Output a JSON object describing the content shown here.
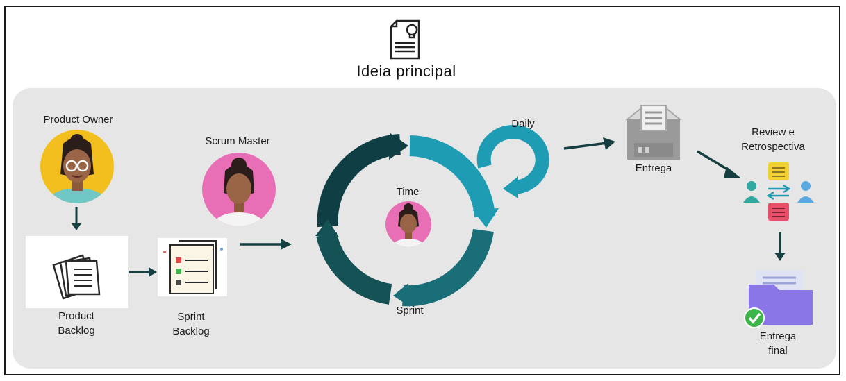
{
  "title": "Ideia principal",
  "nodes": {
    "product_owner": "Product Owner",
    "scrum_master": "Scrum Master",
    "product_backlog": "Product\nBacklog",
    "sprint_backlog": "Sprint\nBacklog",
    "time": "Time",
    "sprint": "Sprint",
    "daily": "Daily",
    "entrega": "Entrega",
    "review": "Review e\nRetrospectiva",
    "entrega_final": "Entrega\nfinal"
  },
  "colors": {
    "panel": "#e7e6e7",
    "teal_light": "#1e9cb3",
    "teal_mid": "#1a6e78",
    "teal_dark": "#0f3f44",
    "arrow": "#143e3f",
    "yellow": "#f2bf1f",
    "pink": "#e86fb6",
    "folder": "#8a76e6",
    "check": "#3db54a"
  }
}
